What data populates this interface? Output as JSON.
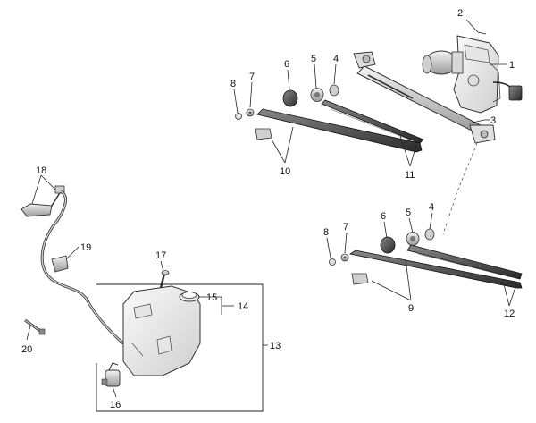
{
  "callouts": {
    "c1": "1",
    "c2": "2",
    "c3": "3",
    "c4a": "4",
    "c5a": "5",
    "c6a": "6",
    "c7a": "7",
    "c8a": "8",
    "c10": "10",
    "c11": "11",
    "c4b": "4",
    "c5b": "5",
    "c6b": "6",
    "c7b": "7",
    "c8b": "8",
    "c9": "9",
    "c12": "12",
    "c13": "13",
    "c14": "14",
    "c15": "15",
    "c16": "16",
    "c17": "17",
    "c18": "18",
    "c19": "19",
    "c20": "20"
  }
}
